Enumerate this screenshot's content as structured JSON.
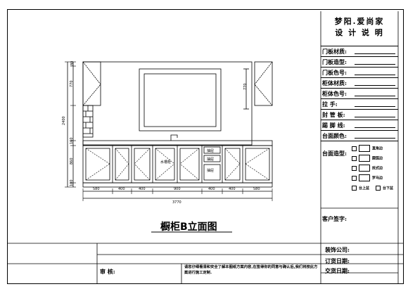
{
  "company": {
    "line1": "梦阳.爱尚家",
    "line2": "设 计 说 明"
  },
  "fields": [
    {
      "label": "门板材质:"
    },
    {
      "label": "门板造型:"
    },
    {
      "label": "门板色号:"
    },
    {
      "label": "柜体材质:"
    },
    {
      "label": "柜体色号:"
    },
    {
      "label": "拉    手:"
    },
    {
      "label": "封 管 板:"
    },
    {
      "label": "踢 脚 线:"
    },
    {
      "label": "台面颜色:"
    }
  ],
  "countertop": {
    "label": "台面造型:",
    "options": [
      "直角边",
      "圆弧边",
      "抚式边",
      "罗马边"
    ],
    "mount": [
      "台上盆",
      "台下盆"
    ]
  },
  "signature_label": "客户签字:",
  "bottom": {
    "decor_company": "装饰公司:",
    "order_date": "订货日期:",
    "delivery_date": "交货日期:",
    "review": "审        核:",
    "note": "请您仔细看清和安全了解本图纸方案内容,在签得你的同意与确认后,我们将按此方案进行施工定制."
  },
  "drawing": {
    "title": "橱柜B立面图",
    "labels": {
      "drawer1": "抽屉",
      "drawer2": "抽屉",
      "drawer3": "抽屉",
      "sink": "水槽柜"
    },
    "dims_bottom": [
      "580",
      "400",
      "400",
      "900",
      "400",
      "400",
      "580"
    ],
    "total": "3770",
    "dims_left": [
      "80",
      "770",
      "160",
      "860",
      "100"
    ],
    "height_total": "2400",
    "window_dim": "770"
  }
}
